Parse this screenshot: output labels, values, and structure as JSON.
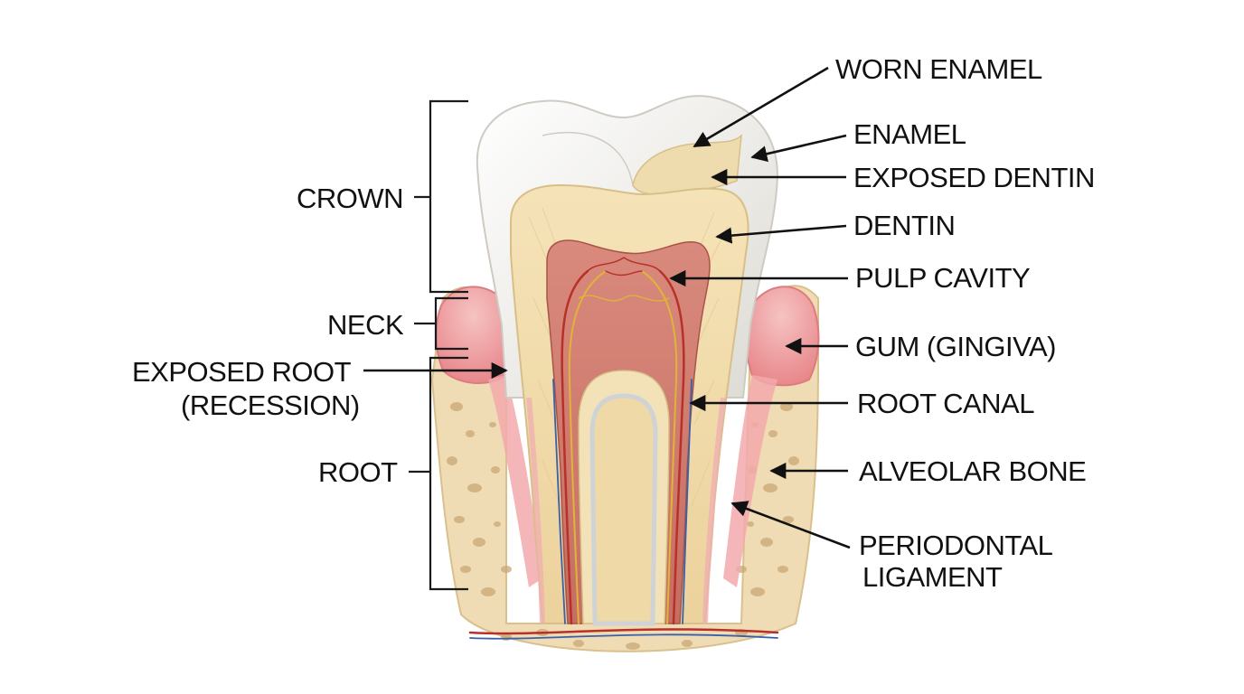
{
  "labels": {
    "worn_enamel": "WORN ENAMEL",
    "enamel": "ENAMEL",
    "exposed_dentin": "EXPOSED DENTIN",
    "dentin": "DENTIN",
    "pulp_cavity": "PULP CAVITY",
    "gum": "GUM (GINGIVA)",
    "root_canal": "ROOT CANAL",
    "alveolar_bone": "ALVEOLAR BONE",
    "periodontal_ligament": [
      "PERIODONTAL",
      "LIGAMENT"
    ],
    "crown": "CROWN",
    "neck": "NECK",
    "exposed_root": [
      "EXPOSED ROOT",
      "(RECESSION)"
    ],
    "root": "ROOT"
  },
  "colors": {
    "enamel": "#f1f0ec",
    "dentin": "#efd9a6",
    "pulp": "#c9776a",
    "gum": "#ef9fa3",
    "bone": "#eed9b0",
    "nerve": "#e0b33a",
    "vessel": "#b8302a"
  }
}
